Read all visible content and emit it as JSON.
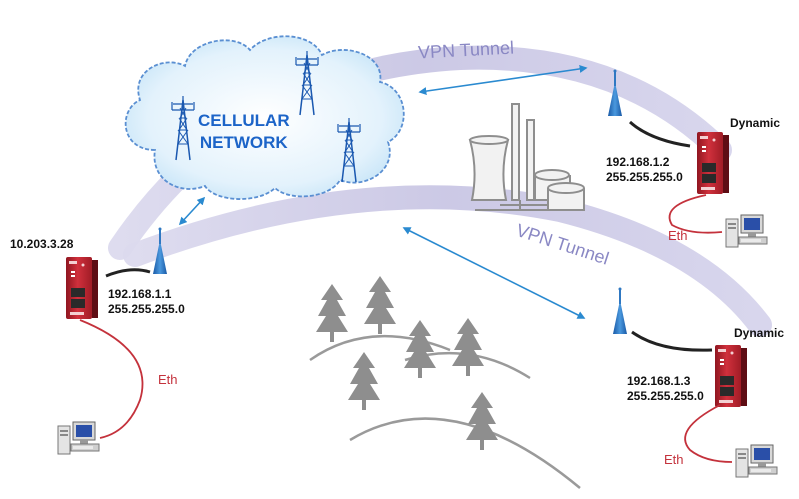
{
  "cloud": {
    "line1": "CELLULAR",
    "line2": "NETWORK"
  },
  "tunnels": [
    {
      "label": "VPN Tunnel"
    },
    {
      "label": "VPN Tunnel"
    }
  ],
  "routers": [
    {
      "wan_ip": "10.203.3.28",
      "lan_ip": "192.168.1.1",
      "netmask": "255.255.255.0",
      "link": "Eth"
    },
    {
      "wan_ip": "Dynamic",
      "lan_ip": "192.168.1.2",
      "netmask": "255.255.255.0",
      "link": "Eth"
    },
    {
      "wan_ip": "Dynamic",
      "lan_ip": "192.168.1.3",
      "netmask": "255.255.255.0",
      "link": "Eth"
    }
  ],
  "colors": {
    "tunnel_band": "#cdcbe6",
    "arrow": "#2a8ad0",
    "router_red": "#c22330",
    "eth_cable": "#c4323c",
    "antenna_blue": "#2f78c2",
    "scenery_gray": "#8e8e8e"
  },
  "icons": [
    "cloud-icon",
    "cell-tower-icon",
    "antenna-icon",
    "router-icon",
    "computer-icon",
    "power-plant-icon",
    "tree-icon",
    "hill-icon"
  ]
}
